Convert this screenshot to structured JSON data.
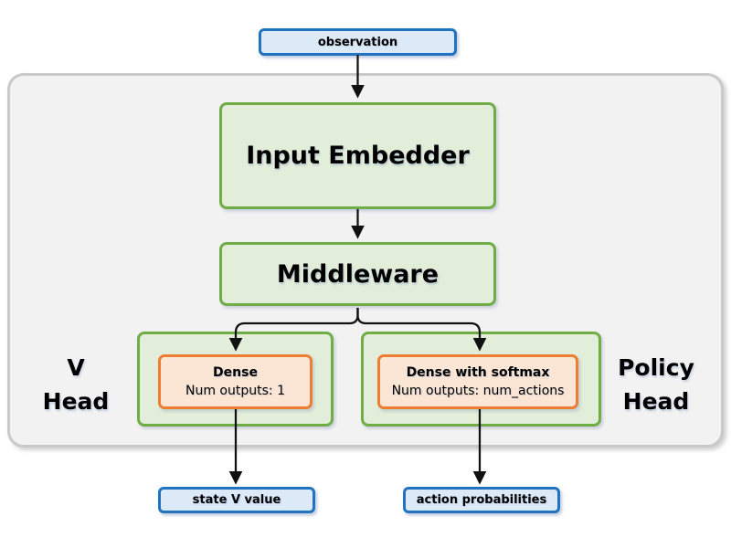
{
  "nodes": {
    "observation": {
      "label": "observation"
    },
    "input_embedder": {
      "label": "Input Embedder"
    },
    "middleware": {
      "label": "Middleware"
    },
    "v_head_label": {
      "line1": "V",
      "line2": "Head"
    },
    "policy_head_label": {
      "line1": "Policy",
      "line2": "Head"
    },
    "v_dense": {
      "title": "Dense",
      "subtitle": "Num outputs: 1"
    },
    "policy_dense": {
      "title": "Dense with softmax",
      "subtitle": "Num outputs: num_actions"
    },
    "state_v_value": {
      "label": "state V value"
    },
    "action_probabilities": {
      "label": "action probabilities"
    }
  },
  "edges": [
    {
      "from": "observation",
      "to": "input_embedder"
    },
    {
      "from": "input_embedder",
      "to": "middleware"
    },
    {
      "from": "middleware",
      "to": "v_dense"
    },
    {
      "from": "middleware",
      "to": "policy_dense"
    },
    {
      "from": "v_dense",
      "to": "state_v_value"
    },
    {
      "from": "policy_dense",
      "to": "action_probabilities"
    }
  ],
  "colors": {
    "io_border": "#2273bf",
    "io_fill": "#dce9f6",
    "block_border": "#70ad47",
    "block_fill": "#e3eeda",
    "layer_border": "#ed7d31",
    "layer_fill": "#fbe6d5",
    "container_border": "#c9c9c9",
    "container_fill": "#f2f2f2",
    "arrow": "#111111",
    "text": "#000000"
  }
}
